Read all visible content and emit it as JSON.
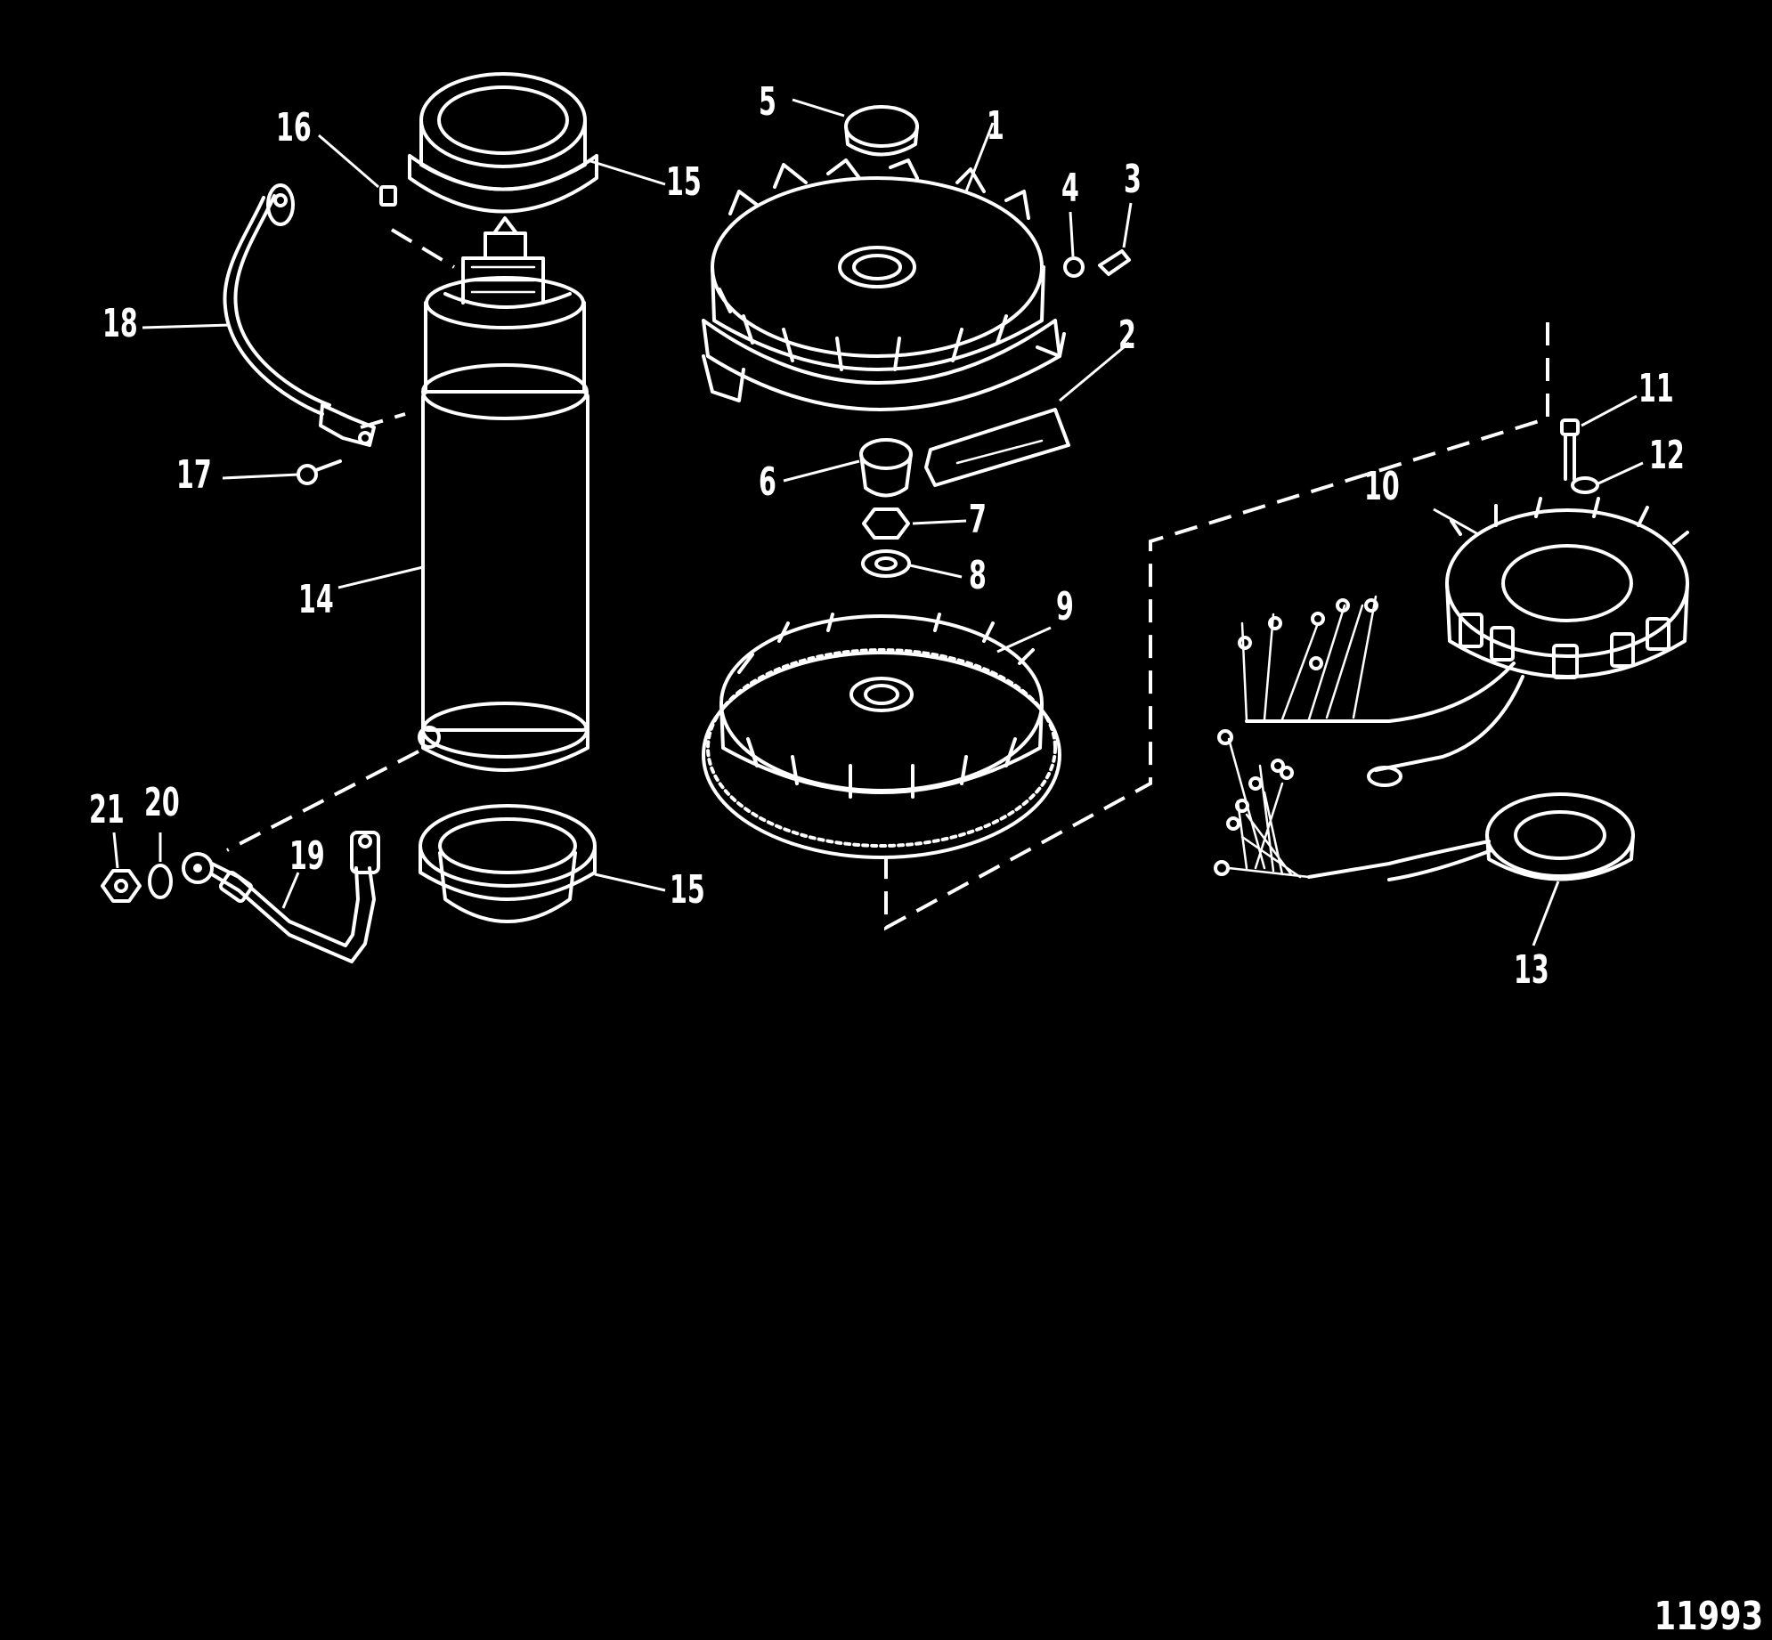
{
  "figure_number": "11993",
  "callouts": [
    {
      "id": "c1",
      "text": "1"
    },
    {
      "id": "c2",
      "text": "2"
    },
    {
      "id": "c3",
      "text": "3"
    },
    {
      "id": "c4",
      "text": "4"
    },
    {
      "id": "c5",
      "text": "5"
    },
    {
      "id": "c6",
      "text": "6"
    },
    {
      "id": "c7",
      "text": "7"
    },
    {
      "id": "c8",
      "text": "8"
    },
    {
      "id": "c9",
      "text": "9"
    },
    {
      "id": "c10",
      "text": "10"
    },
    {
      "id": "c11",
      "text": "11"
    },
    {
      "id": "c12",
      "text": "12"
    },
    {
      "id": "c13",
      "text": "13"
    },
    {
      "id": "c14",
      "text": "14"
    },
    {
      "id": "c15a",
      "text": "15"
    },
    {
      "id": "c15b",
      "text": "15"
    },
    {
      "id": "c16",
      "text": "16"
    },
    {
      "id": "c17",
      "text": "17"
    },
    {
      "id": "c18",
      "text": "18"
    },
    {
      "id": "c19",
      "text": "19"
    },
    {
      "id": "c20",
      "text": "20"
    },
    {
      "id": "c21",
      "text": "21"
    }
  ]
}
